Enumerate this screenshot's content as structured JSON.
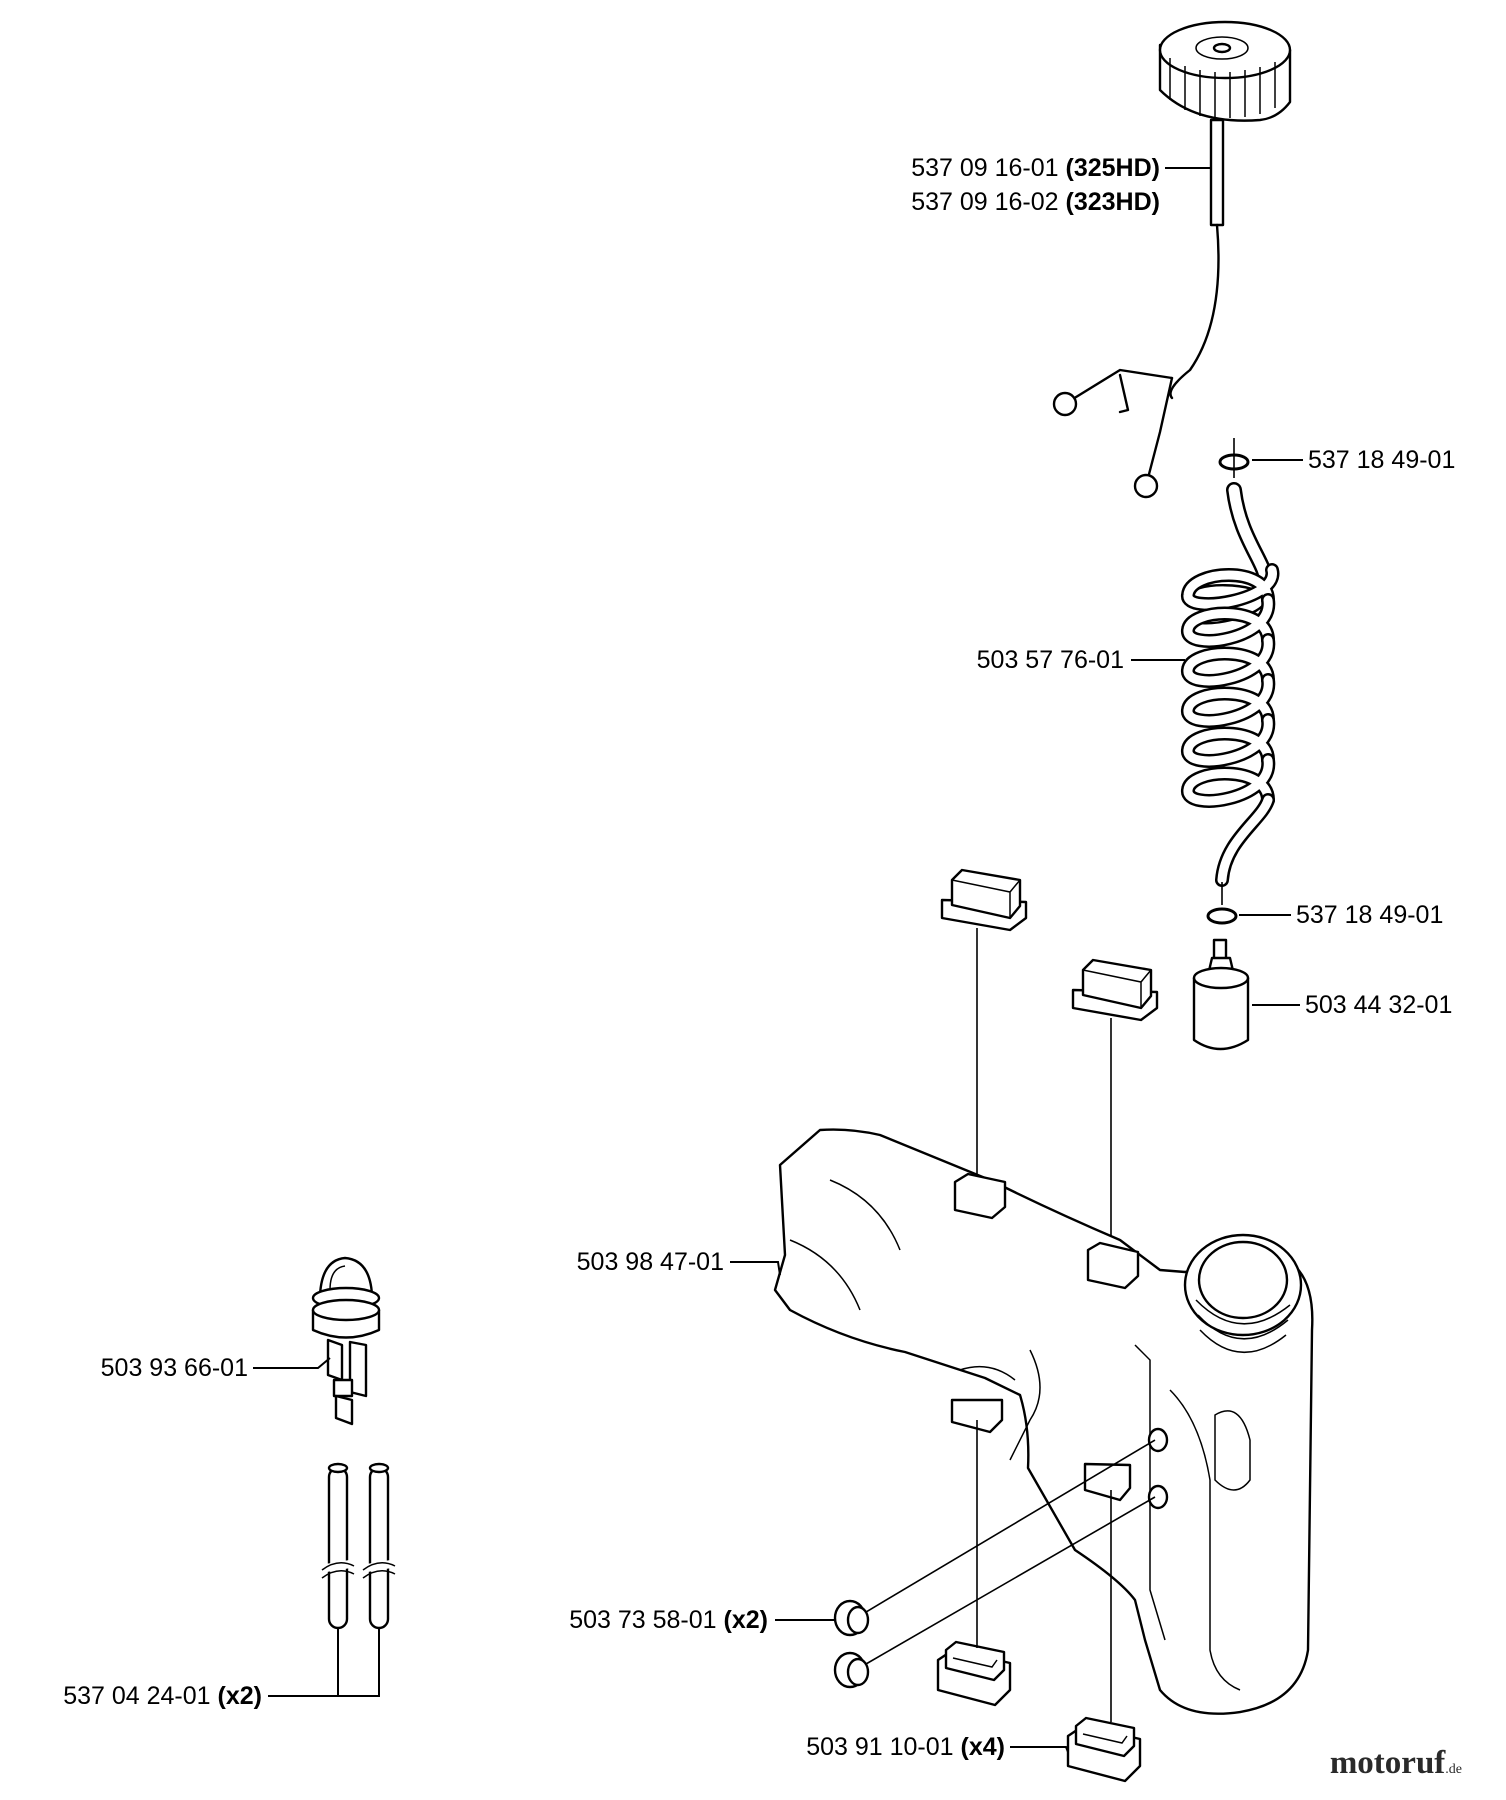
{
  "diagram": {
    "parts": [
      {
        "id": "cap",
        "number": "537 09 16-01",
        "qty": "(325HD)"
      },
      {
        "id": "cap-alt",
        "number": "537 09 16-02",
        "qty": "(323HD)"
      },
      {
        "id": "oring-top",
        "number": "537 18 49-01",
        "qty": ""
      },
      {
        "id": "coil-hose",
        "number": "503 57 76-01",
        "qty": ""
      },
      {
        "id": "oring-bottom",
        "number": "537 18 49-01",
        "qty": ""
      },
      {
        "id": "fuel-filter",
        "number": "503 44 32-01",
        "qty": ""
      },
      {
        "id": "fuel-tank",
        "number": "503 98 47-01",
        "qty": ""
      },
      {
        "id": "primer-bulb",
        "number": "503 93 66-01",
        "qty": ""
      },
      {
        "id": "grommet",
        "number": "503 73 58-01",
        "qty": "(x2)"
      },
      {
        "id": "fuel-lines",
        "number": "537 04 24-01",
        "qty": "(x2)"
      },
      {
        "id": "dampers",
        "number": "503 91 10-01",
        "qty": "(x4)"
      }
    ]
  },
  "watermark": {
    "name": "motoruf",
    "suffix": ".de"
  }
}
